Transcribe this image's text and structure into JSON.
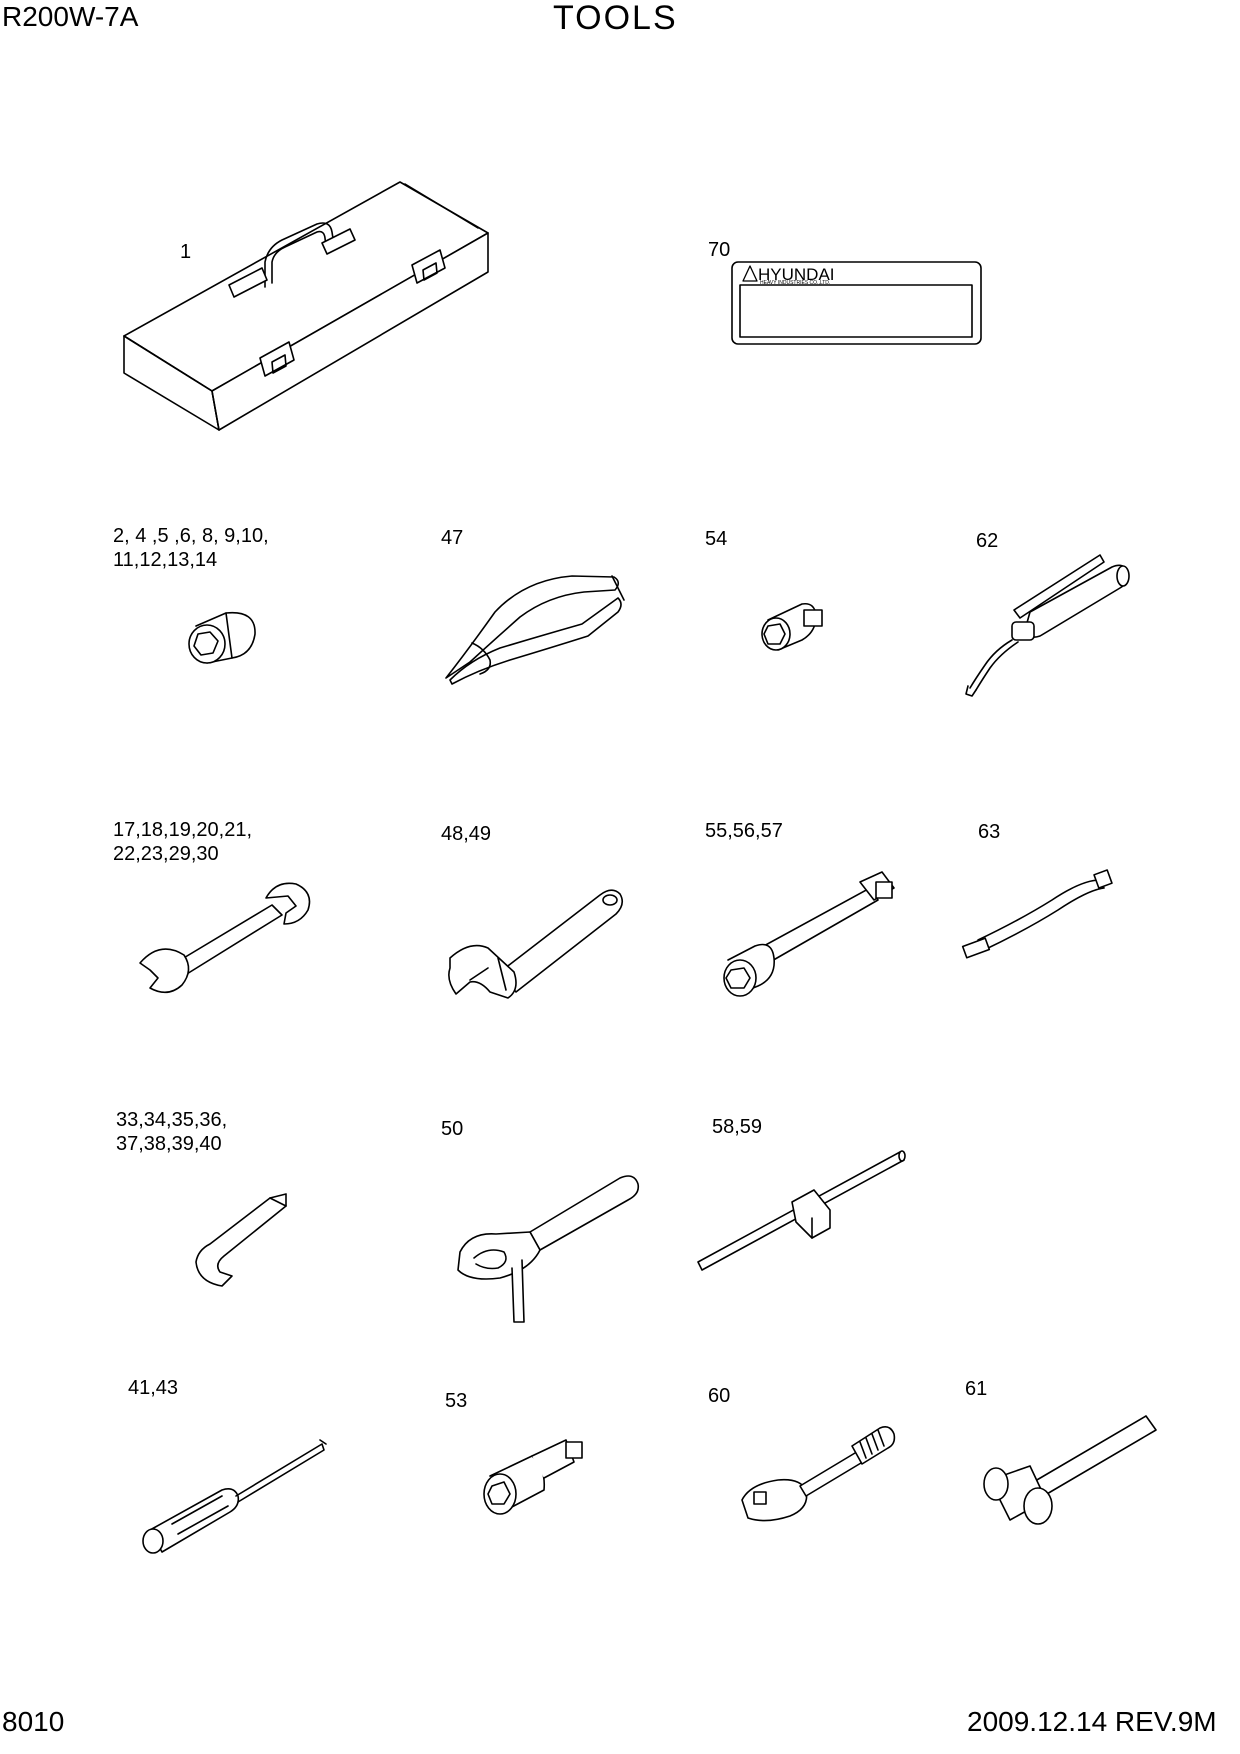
{
  "header": {
    "model": "R200W-7A",
    "title": "TOOLS"
  },
  "footer": {
    "page": "8010",
    "revision": "2009.12.14  REV.9M"
  },
  "parts": [
    {
      "label": "1",
      "item": "tool box"
    },
    {
      "label": "70",
      "item": "name plate"
    },
    {
      "label_lines": [
        "2, 4 ,5 ,6, 8, 9,10,",
        "11,12,13,14"
      ],
      "item": "socket"
    },
    {
      "label": "47",
      "item": "pliers"
    },
    {
      "label": "54",
      "item": "adapter"
    },
    {
      "label": "62",
      "item": "grease gun"
    },
    {
      "label_lines": [
        "17,18,19,20,21,",
        "22,23,29,30"
      ],
      "item": "spanner"
    },
    {
      "label": "48,49",
      "item": "adjustable wrench"
    },
    {
      "label": "55,56,57",
      "item": "extension bar"
    },
    {
      "label": "63",
      "item": "hose"
    },
    {
      "label_lines": [
        "33,34,35,36,",
        "37,38,39,40"
      ],
      "item": "hex key"
    },
    {
      "label": "50",
      "item": "pipe wrench"
    },
    {
      "label": "58,59",
      "item": "T-handle"
    },
    {
      "label": "41,43",
      "item": "screwdriver"
    },
    {
      "label": "53",
      "item": "universal joint"
    },
    {
      "label": "60",
      "item": "ratchet handle"
    },
    {
      "label": "61",
      "item": "hammer"
    }
  ],
  "plate": {
    "brand": "HYUNDAI",
    "subtitle": "HEAVY INDUSTRIES CO.,LTD."
  }
}
